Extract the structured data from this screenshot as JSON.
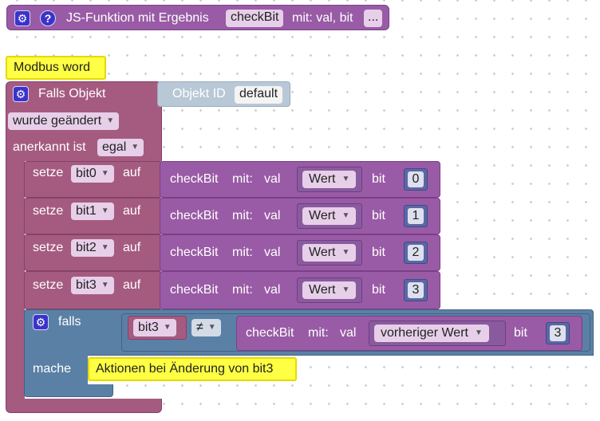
{
  "function_block": {
    "prefix": "JS-Funktion mit Ergebnis",
    "name": "checkBit",
    "params_label": "mit: val, bit",
    "more": "..."
  },
  "comment_modbus": "Modbus word",
  "trigger": {
    "title": "Falls Objekt",
    "object_label": "Objekt ID",
    "object_value": "default",
    "condition": "wurde geändert",
    "ack_label": "anerkannt ist",
    "ack_value": "egal"
  },
  "set_rows": [
    {
      "setze": "setze",
      "var": "bit0",
      "auf": "auf",
      "fn": "checkBit",
      "mit": "mit:",
      "val": "val",
      "wert": "Wert",
      "bit": "bit",
      "num": "0"
    },
    {
      "setze": "setze",
      "var": "bit1",
      "auf": "auf",
      "fn": "checkBit",
      "mit": "mit:",
      "val": "val",
      "wert": "Wert",
      "bit": "bit",
      "num": "1"
    },
    {
      "setze": "setze",
      "var": "bit2",
      "auf": "auf",
      "fn": "checkBit",
      "mit": "mit:",
      "val": "val",
      "wert": "Wert",
      "bit": "bit",
      "num": "2"
    },
    {
      "setze": "setze",
      "var": "bit3",
      "auf": "auf",
      "fn": "checkBit",
      "mit": "mit:",
      "val": "val",
      "wert": "Wert",
      "bit": "bit",
      "num": "3"
    }
  ],
  "if_block": {
    "falls": "falls",
    "var": "bit3",
    "op": "≠",
    "fn": "checkBit",
    "mit": "mit:",
    "val": "val",
    "prev": "vorheriger Wert",
    "bit": "bit",
    "num": "3",
    "mache": "mache",
    "comment": "Aktionen bei Änderung von bit3"
  },
  "colors": {
    "function": "#995ba5",
    "event": "#a55b80",
    "logic": "#5b80a5",
    "math": "#5b67a5",
    "object": "#b9c8d6",
    "comment": "#ffff44"
  },
  "icons": {
    "settings": "gear-icon",
    "help": "help-icon"
  }
}
